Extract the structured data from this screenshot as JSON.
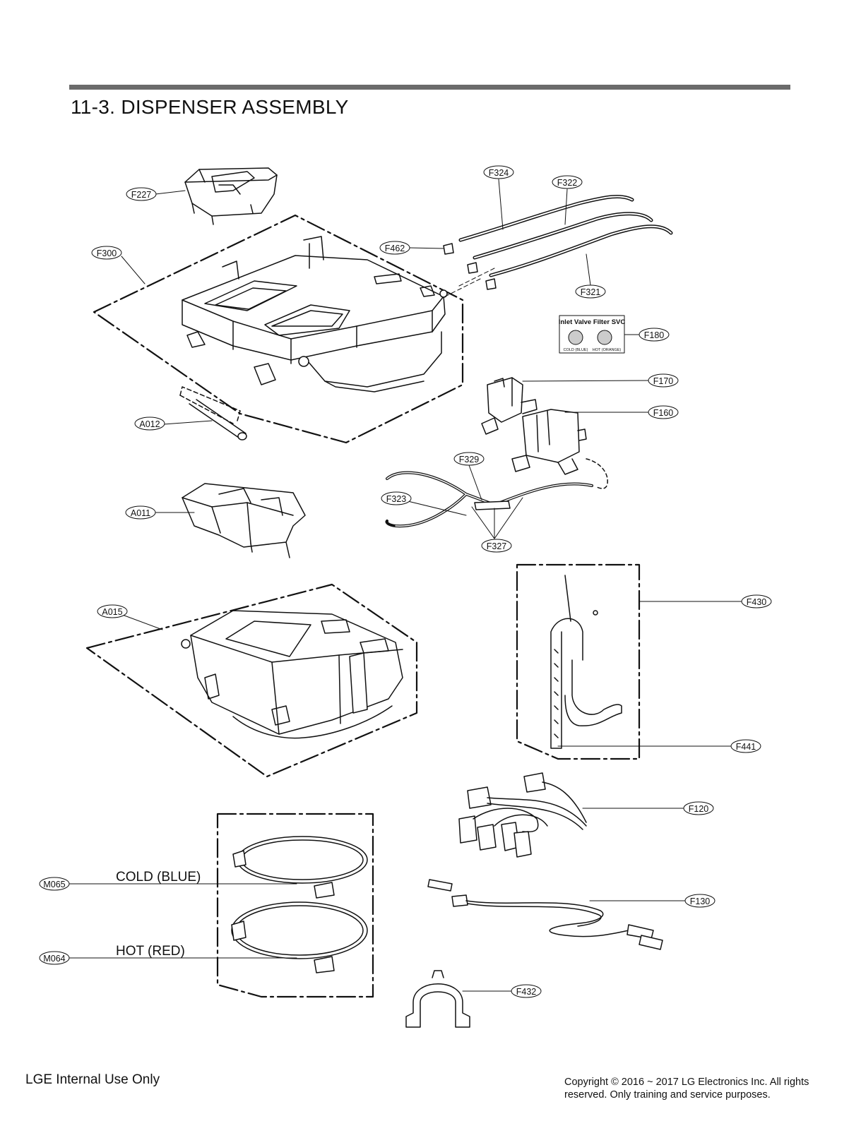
{
  "header": {
    "title": "11-3.  DISPENSER ASSEMBLY"
  },
  "callouts": {
    "F227": "F227",
    "F300": "F300",
    "A012": "A012",
    "F462": "F462",
    "F324": "F324",
    "F322": "F322",
    "F321": "F321",
    "F180": "F180",
    "F170": "F170",
    "F160": "F160",
    "F329": "F329",
    "F323": "F323",
    "F327": "F327",
    "A011": "A011",
    "A015": "A015",
    "F430": "F430",
    "F441": "F441",
    "F120": "F120",
    "M065": "M065",
    "M064": "M064",
    "F130": "F130",
    "F432": "F432"
  },
  "labels": {
    "cold_blue": "COLD (BLUE)",
    "hot_red": "HOT (RED)"
  },
  "inlet_filter": {
    "title": "Inlet Valve Filter SVC",
    "cold": "COLD (BLUE)",
    "hot": "HOT (ORANGE)"
  },
  "footer": {
    "left": "LGE Internal Use Only",
    "right": "Copyright © 2016 ~ 2017 LG Electronics Inc. All rights reserved. Only training and service purposes."
  }
}
